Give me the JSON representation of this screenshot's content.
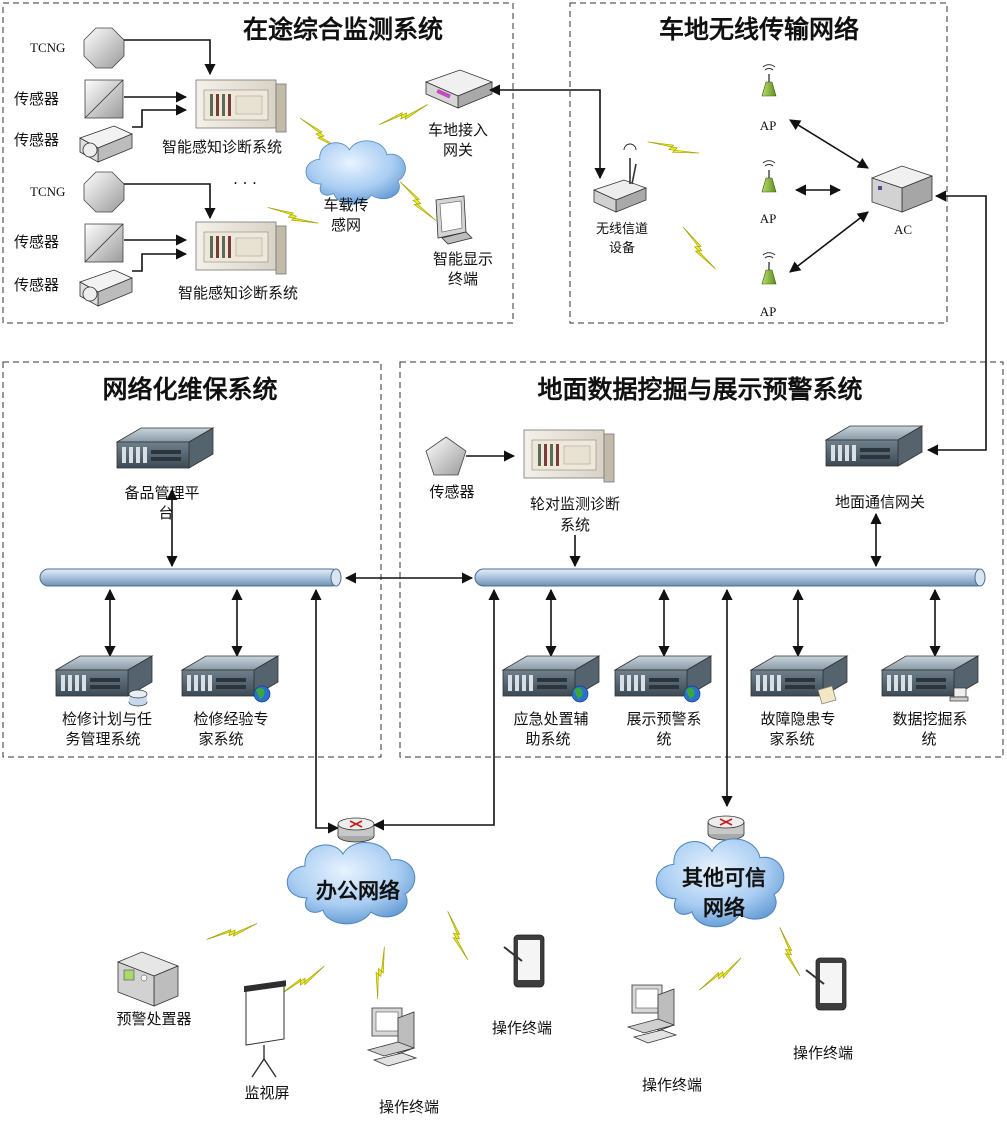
{
  "sections": {
    "onboard": "在途综合监测系统",
    "wireless": "车地无线传输网络",
    "maintenance": "网络化维保系统",
    "ground": "地面数据挖掘与展示预警系统"
  },
  "onboard": {
    "tcng_1": "TCNG",
    "tcng_2": "TCNG",
    "sensor_1": "传感器",
    "sensor_2": "传感器",
    "sensor_3": "传感器",
    "sensor_4": "传感器",
    "diag_1": "智能感知诊断系统",
    "diag_2": "智能感知诊断系统",
    "ellipsis": "· · ·",
    "net_line1": "车载传",
    "net_line2": "感网",
    "gateway_line1": "车地接入",
    "gateway_line2": "网关",
    "display_line1": "智能显示",
    "display_line2": "终端"
  },
  "wireless": {
    "channel_line1": "无线信道",
    "channel_line2": "设备",
    "ap_1": "AP",
    "ap_2": "AP",
    "ap_3": "AP",
    "ac": "AC"
  },
  "maintenance": {
    "spare_line1": "备品管理平",
    "spare_line2": "台",
    "plan_line1": "检修计划与任",
    "plan_line2": "务管理系统",
    "expert_line1": "检修经验专",
    "expert_line2": "家系统"
  },
  "ground": {
    "sensor": "传感器",
    "wheel_line1": "轮对监测诊断",
    "wheel_line2": "系统",
    "comm_gateway": "地面通信网关",
    "emergency_line1": "应急处置辅",
    "emergency_line2": "助系统",
    "display_line1": "展示预警系",
    "display_line2": "统",
    "fault_line1": "故障隐患专",
    "fault_line2": "家系统",
    "mining_line1": "数据挖掘系",
    "mining_line2": "统"
  },
  "office": {
    "cloud": "办公网络",
    "alarm": "预警处置器",
    "screen": "监视屏",
    "terminal_pc": "操作终端",
    "terminal_tablet": "操作终端"
  },
  "trusted": {
    "cloud_line1": "其他可信",
    "cloud_line2": "网络",
    "terminal_pc": "操作终端",
    "terminal_tablet": "操作终端"
  },
  "colors": {
    "bus_fill": "#b8cfe4",
    "bus_stroke": "#4d6f93",
    "cloud": "#9ec3ea",
    "lightning": "#e6e30f",
    "ap_green": "#8dbb3a",
    "server_dark": "#4a5a66"
  }
}
